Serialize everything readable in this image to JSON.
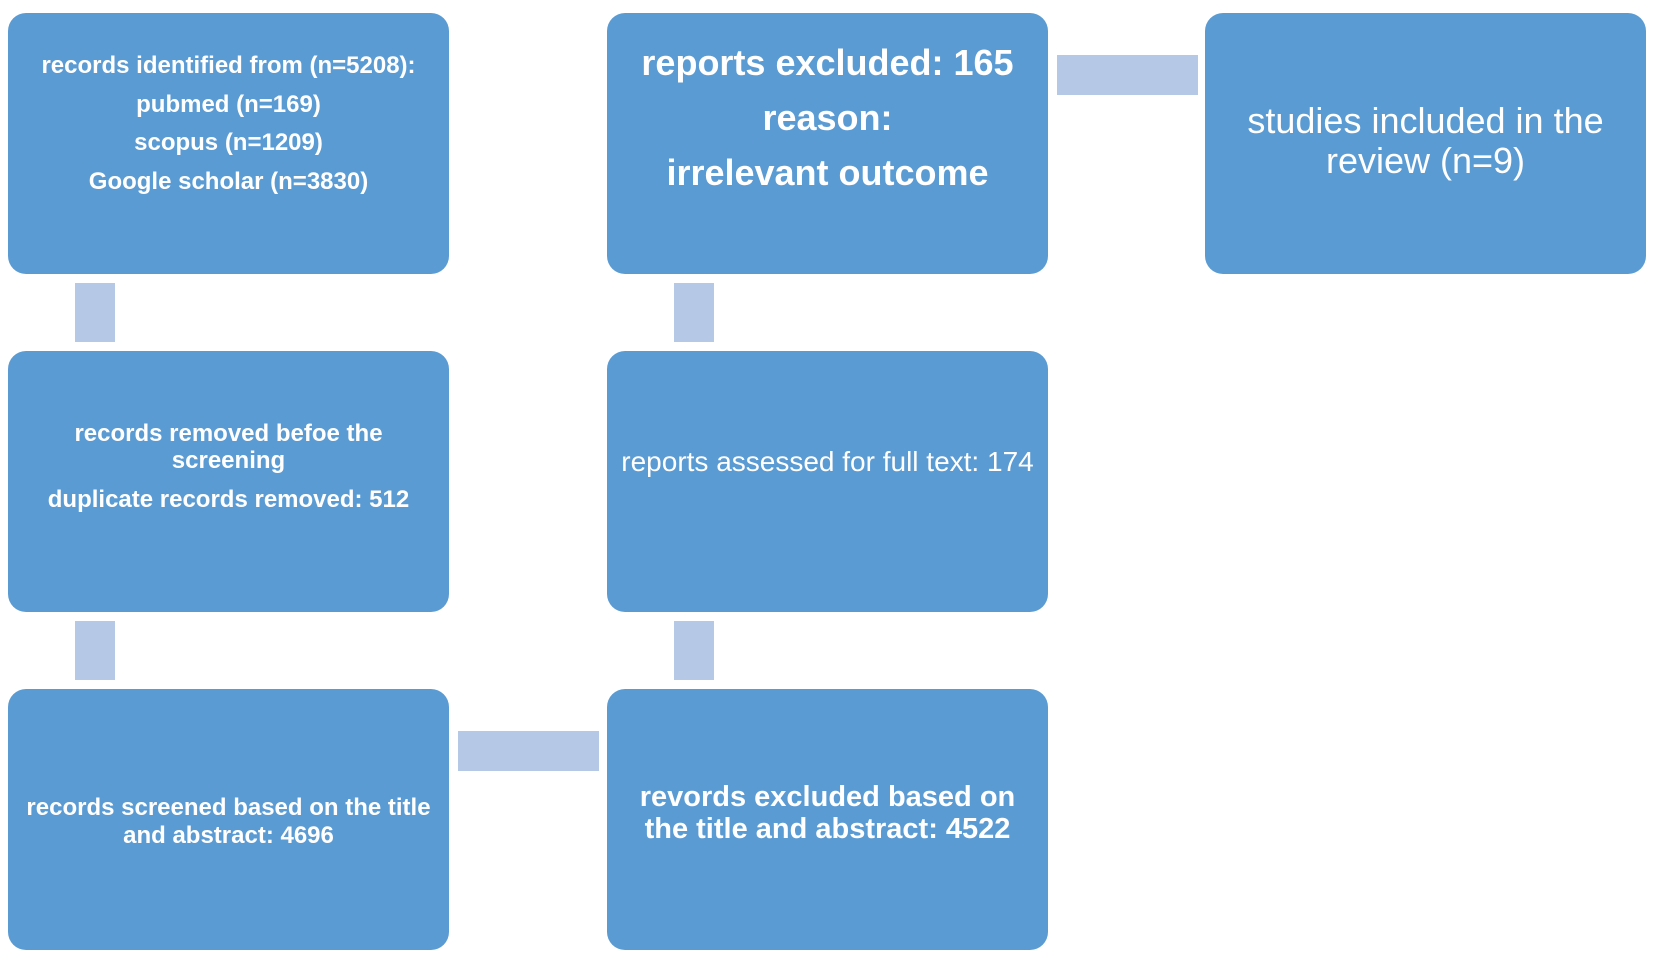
{
  "boxes": {
    "records_identified": {
      "lines": [
        "records identified from (n=5208):",
        "pubmed (n=169)",
        "scopus (n=1209)",
        "Google scholar (n=3830)"
      ]
    },
    "records_removed": {
      "title": "records removed befoe the screening",
      "line": "duplicate records removed: 512"
    },
    "records_screened": {
      "text": "records screened based on the title and abstract: 4696"
    },
    "reports_excluded": {
      "lines": [
        "reports excluded: 165",
        "reason:",
        "irrelevant outcome"
      ]
    },
    "reports_assessed": {
      "text": "reports assessed for full text: 174"
    },
    "records_excluded": {
      "text": "revords excluded based on the title and abstract: 4522"
    },
    "studies_included": {
      "text": "studies included in the review (n=9)"
    }
  },
  "colors": {
    "box_fill": "#5b9bd3",
    "connector_fill": "#b5c8e6",
    "text": "#ffffff"
  }
}
